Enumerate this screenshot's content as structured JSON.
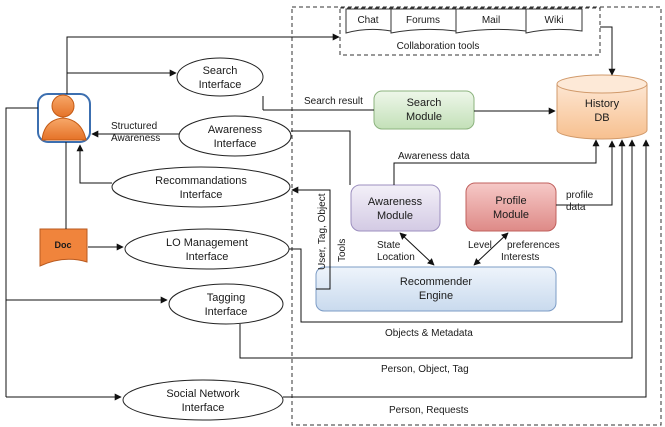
{
  "collaboration": {
    "tools": [
      "Chat",
      "Forums",
      "Mail",
      "Wiki"
    ],
    "caption": "Collaboration tools"
  },
  "interfaces": {
    "search": [
      "Search",
      "Interface"
    ],
    "awareness": [
      "Awareness",
      "Interface"
    ],
    "recommendations": [
      "Recommandations",
      "Interface"
    ],
    "lo_management": [
      "LO Management",
      "Interface"
    ],
    "tagging": [
      "Tagging",
      "Interface"
    ],
    "social_network": [
      "Social Network",
      "Interface"
    ]
  },
  "modules": {
    "search": [
      "Search",
      "Module"
    ],
    "awareness": [
      "Awareness",
      "Module"
    ],
    "profile": [
      "Profile",
      "Module"
    ],
    "recommender": [
      "Recommender",
      "Engine"
    ],
    "history": [
      "History",
      "DB"
    ]
  },
  "doc_label": "Doc",
  "labels": {
    "structured_awareness": [
      "Structured",
      "Awareness"
    ],
    "search_result": "Search result",
    "awareness_data": "Awareness data",
    "profile_data": [
      "profile",
      "data"
    ],
    "state_location": [
      "State",
      "Location"
    ],
    "level": "Level",
    "preferences_interests": [
      "preferences",
      "Interests"
    ],
    "user_tag_object": "User, Tag, Object",
    "tools": "Tools",
    "objects_metadata": "Objects & Metadata",
    "person_object_tag": "Person, Object, Tag",
    "person_requests": "Person, Requests"
  },
  "colors": {
    "search_module": "#cfe6c6",
    "awareness_module": "#ddd6ea",
    "profile_module": "#e79a98",
    "recommender": "#dbe7f5",
    "history_db": "#fbd2ad",
    "user": "#f08a3c",
    "doc": "#f0843c"
  }
}
